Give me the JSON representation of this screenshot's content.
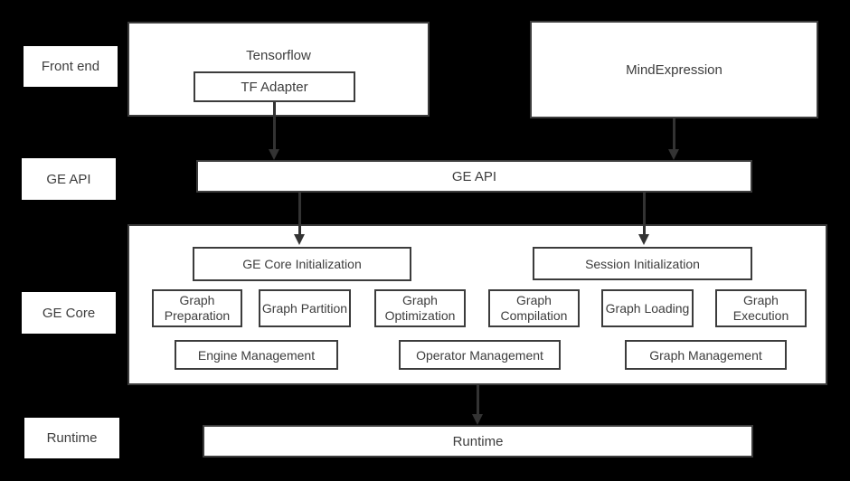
{
  "colors": {
    "background": "#000000",
    "box_fill": "#ffffff",
    "border": "#3c3c3c",
    "text": "#3d3d3d",
    "arrow": "#333333"
  },
  "side_labels": {
    "front_end": "Front end",
    "ge_api": "GE API",
    "ge_core": "GE Core",
    "runtime": "Runtime"
  },
  "front_end_row": {
    "tensorflow": "Tensorflow",
    "tf_adapter": "TF Adapter",
    "mindexpression": "MindExpression"
  },
  "api_bar": {
    "label": "GE API"
  },
  "core": {
    "ge_core_init": "GE Core Initialization",
    "session_init": "Session Initialization",
    "stages": [
      "Graph Preparation",
      "Graph Partition",
      "Graph Optimization",
      "Graph Compilation",
      "Graph Loading",
      "Graph Execution"
    ],
    "management": [
      "Engine Management",
      "Operator Management",
      "Graph Management"
    ]
  },
  "runtime_bar": {
    "label": "Runtime"
  }
}
